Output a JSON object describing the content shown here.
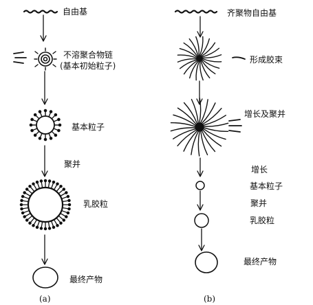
{
  "panel_a": {
    "steps": {
      "radical": "自由基",
      "insoluble_chain": "不溶聚合物链",
      "insoluble_chain_sub": "(基本初始粒子)",
      "primary_particle": "基本粒子",
      "aggregation": "聚并",
      "latex_particle": "乳胶粒",
      "final_product": "最终产物"
    },
    "caption": "(a)"
  },
  "panel_b": {
    "steps": {
      "oligomer_radical": "齐聚物自由基",
      "micelle_formation": "形成胶束",
      "growth_and_aggregation": "增长及聚并",
      "growth": "增长",
      "primary_particle": "基本粒子",
      "aggregation": "聚并",
      "latex_particle": "乳胶粒",
      "final_product": "最终产物"
    },
    "caption": "(b)"
  }
}
